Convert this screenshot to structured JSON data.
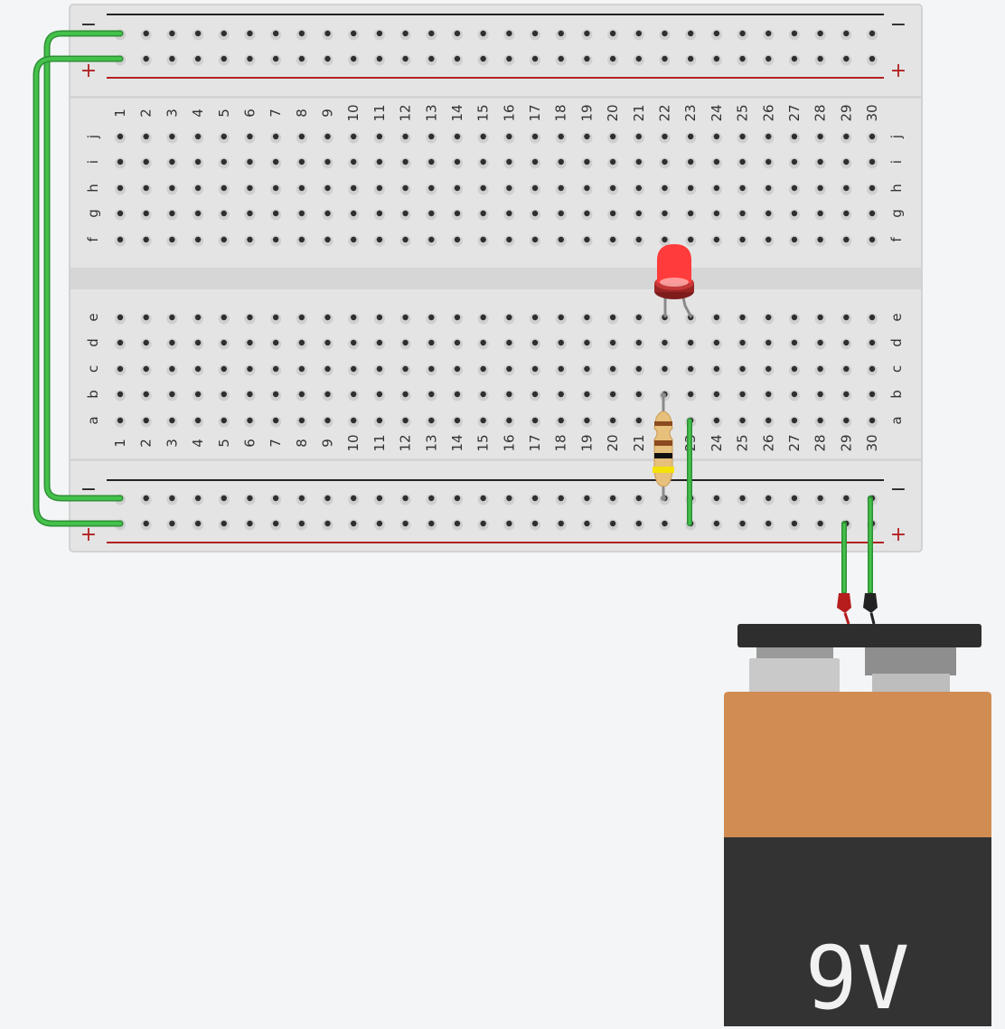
{
  "breadboard": {
    "columns": 30,
    "top_rows": [
      "j",
      "i",
      "h",
      "g",
      "f"
    ],
    "bottom_rows": [
      "e",
      "d",
      "c",
      "b",
      "a"
    ],
    "rail_minus_label": "−",
    "rail_plus_label": "+",
    "colors": {
      "board": "#e3e3e3",
      "rail_negative_line": "#222222",
      "rail_positive_line": "#b22222",
      "hole": "#2f2f2f"
    }
  },
  "components": {
    "led": {
      "color": "#ff3b3b",
      "icon": "red-led-icon"
    },
    "resistor": {
      "icon": "resistor-icon",
      "bands": [
        "#8b4a1f",
        "#111111",
        "#f4e20a"
      ]
    },
    "wires": {
      "color": "#3cb043"
    },
    "battery": {
      "label": "9V",
      "colors": {
        "top": "#d18c52",
        "bottom": "#333333",
        "cap": "#2e2e2e"
      }
    }
  }
}
